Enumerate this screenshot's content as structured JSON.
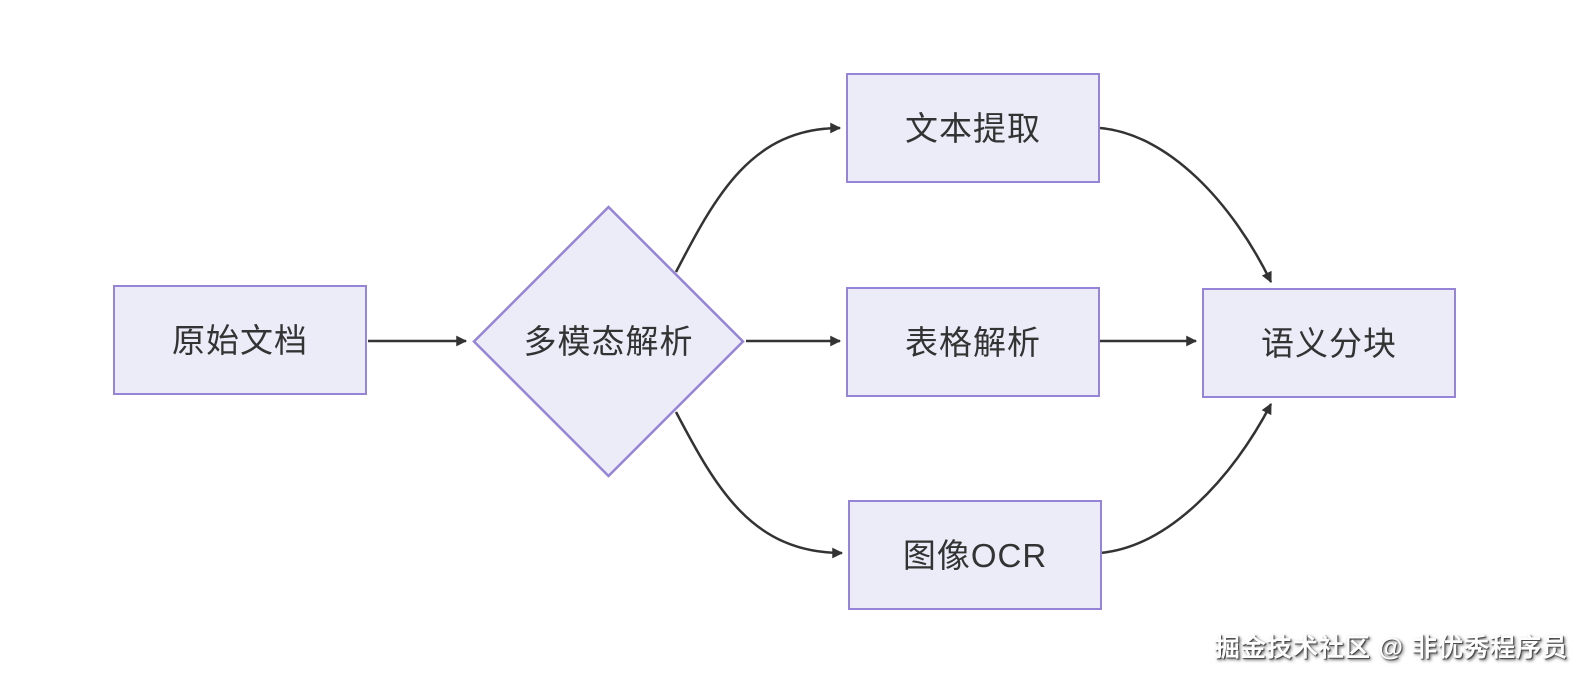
{
  "diagram": {
    "title": "document-parsing-flowchart",
    "nodes": {
      "source": {
        "id": "source",
        "label": "原始文档",
        "shape": "rectangle"
      },
      "parser": {
        "id": "parser",
        "label": "多模态解析",
        "shape": "diamond"
      },
      "text_extract": {
        "id": "text_extract",
        "label": "文本提取",
        "shape": "rectangle"
      },
      "table_parse": {
        "id": "table_parse",
        "label": "表格解析",
        "shape": "rectangle"
      },
      "image_ocr": {
        "id": "image_ocr",
        "label": "图像OCR",
        "shape": "rectangle"
      },
      "semantic_chunk": {
        "id": "semantic_chunk",
        "label": "语义分块",
        "shape": "rectangle"
      }
    },
    "edges": [
      {
        "from": "source",
        "to": "parser"
      },
      {
        "from": "parser",
        "to": "text_extract"
      },
      {
        "from": "parser",
        "to": "table_parse"
      },
      {
        "from": "parser",
        "to": "image_ocr"
      },
      {
        "from": "text_extract",
        "to": "semantic_chunk"
      },
      {
        "from": "table_parse",
        "to": "semantic_chunk"
      },
      {
        "from": "image_ocr",
        "to": "semantic_chunk"
      }
    ],
    "colors": {
      "node_fill": "#ececf9",
      "node_border": "#9584d8",
      "edge": "#333333",
      "text": "#333333",
      "background": "#ffffff"
    }
  },
  "watermark": {
    "text": "掘金技术社区 @ 非优秀程序员"
  }
}
